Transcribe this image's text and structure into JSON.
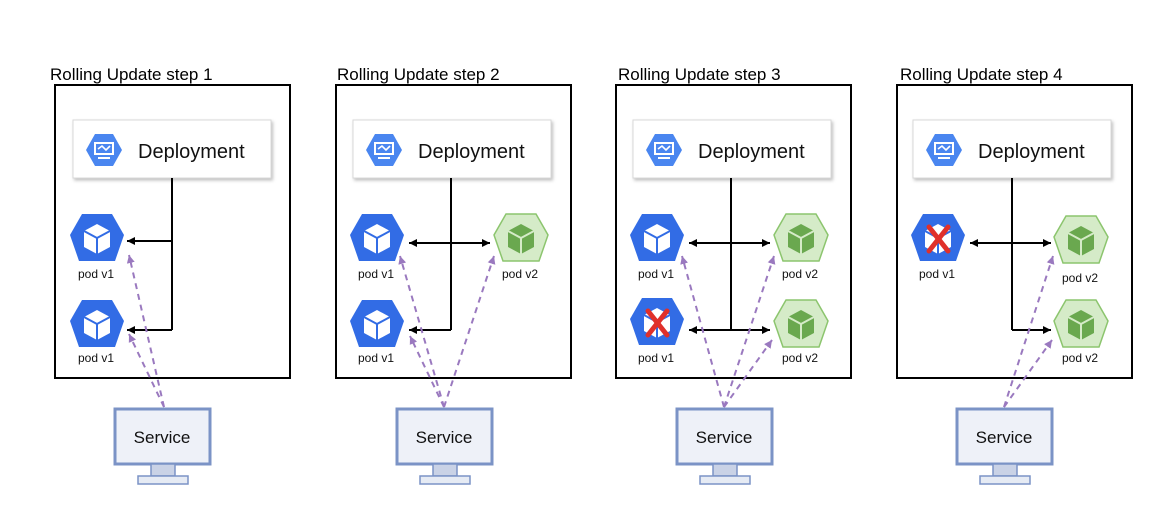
{
  "steps": [
    {
      "title": "Rolling Update step 1",
      "deployment_label": "Deployment",
      "service_label": "Service",
      "pods": [
        {
          "version": "v1",
          "label": "pod v1",
          "terminated": false
        },
        {
          "version": "v1",
          "label": "pod v1",
          "terminated": false
        }
      ]
    },
    {
      "title": "Rolling Update step 2",
      "deployment_label": "Deployment",
      "service_label": "Service",
      "pods": [
        {
          "version": "v1",
          "label": "pod v1",
          "terminated": false
        },
        {
          "version": "v2",
          "label": "pod v2",
          "terminated": false
        },
        {
          "version": "v1",
          "label": "pod v1",
          "terminated": false
        }
      ]
    },
    {
      "title": "Rolling Update step 3",
      "deployment_label": "Deployment",
      "service_label": "Service",
      "pods": [
        {
          "version": "v1",
          "label": "pod v1",
          "terminated": false
        },
        {
          "version": "v2",
          "label": "pod v2",
          "terminated": false
        },
        {
          "version": "v1",
          "label": "pod v1",
          "terminated": true
        },
        {
          "version": "v2",
          "label": "pod v2",
          "terminated": false
        }
      ]
    },
    {
      "title": "Rolling Update step 4",
      "deployment_label": "Deployment",
      "service_label": "Service",
      "pods": [
        {
          "version": "v1",
          "label": "pod v1",
          "terminated": true
        },
        {
          "version": "v2",
          "label": "pod v2",
          "terminated": false
        },
        {
          "version": "v2",
          "label": "pod v2",
          "terminated": false
        }
      ]
    }
  ],
  "colors": {
    "pod_v1": "#326ce5",
    "pod_v2": "#7cb960",
    "terminated_x": "#e0302a",
    "traffic_arrow": "#9a79bf",
    "deployment_icon": "#4a86f0",
    "service_monitor": "#7b93c6"
  },
  "icons": {
    "deployment": "deployment-icon",
    "service": "monitor-icon",
    "pod": "cube-icon",
    "terminated": "x-mark-icon"
  }
}
